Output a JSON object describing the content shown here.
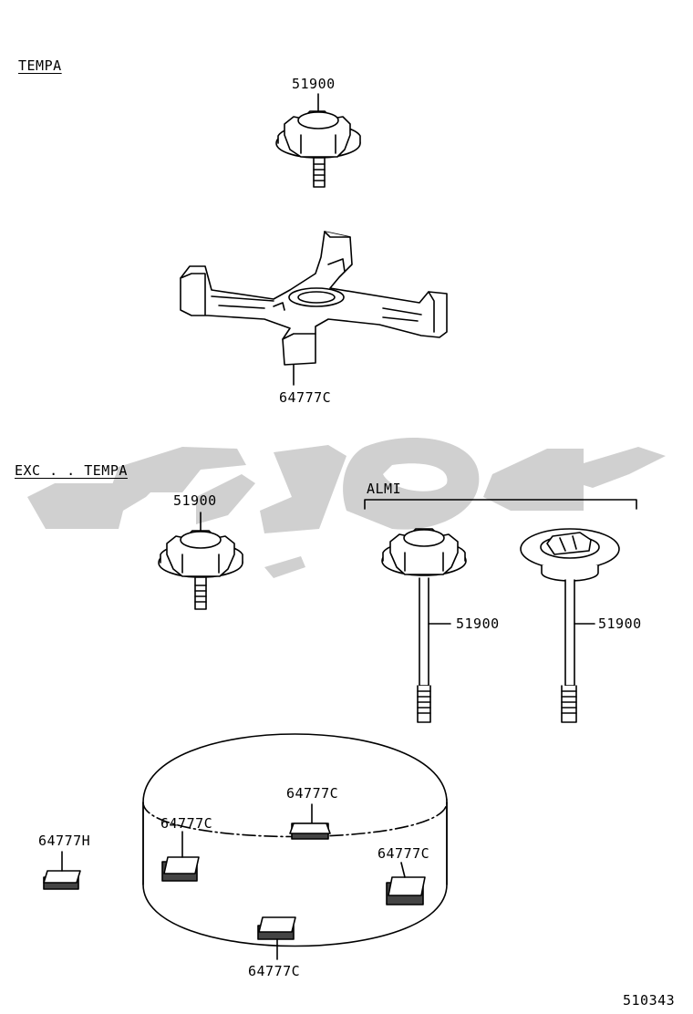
{
  "sections": {
    "tempa": "TEMPA",
    "exc_tempa": "EXC . . TEMPA",
    "almi": "ALMI"
  },
  "parts": {
    "p_51900_top": "51900",
    "p_64777c_carrier": "64777C",
    "p_51900_left": "51900",
    "p_51900_almi_a": "51900",
    "p_51900_almi_b": "51900",
    "p_64777h": "64777H",
    "p_64777c_a": "64777C",
    "p_64777c_b": "64777C",
    "p_64777c_c": "64777C",
    "p_64777c_d": "64777C"
  },
  "figure_id": "510343",
  "colors": {
    "ink": "#000000",
    "watermark": "#d0d0d0"
  }
}
